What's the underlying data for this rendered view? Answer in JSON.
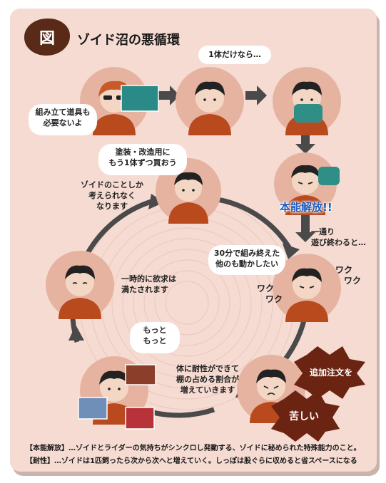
{
  "figure_badge": "図",
  "title": "ゾイド沼の悪循環",
  "bubbles": {
    "no_tools": [
      "組み立て道具も",
      "必要ないよ"
    ],
    "just_one": "1体だけなら…",
    "buy_one_more": [
      "塗装・改造用に",
      "もう1体ずつ買おう"
    ],
    "thirty_min": [
      "30分で組み終えた",
      "他のも動かしたい"
    ],
    "motto": [
      "もっと",
      "もっと"
    ]
  },
  "labels": {
    "instinct_release": "本能解放!!",
    "after_play": [
      "一通り",
      "遊び終わると…"
    ],
    "only_zoids": [
      "ゾイドのことしか",
      "考えられなく",
      "なります"
    ],
    "satisfied": [
      "一時的に欲求は",
      "満たされます"
    ],
    "tolerance": [
      "体に耐性ができて",
      "棚の占める割合が",
      "増えていきます"
    ],
    "waku_left": [
      "ワク",
      "ワク"
    ],
    "waku_right": [
      "ワク",
      "ワク"
    ],
    "additional_order": "追加注文を",
    "painful": "苦しい"
  },
  "footnotes": [
    "【本能解放】…ゾイドとライダーの気持ちがシンクロし発動する、ゾイドに秘められた特殊能力のこと。",
    "【耐性】…ゾイドは1匹飼ったら次から次へと増えていく。しっぽは股ぐらに収めると省スペースになる"
  ],
  "colors": {
    "background": "#f5dbd1",
    "circle": "#e7b3a1",
    "arrow": "#4a4a4a",
    "shirt": "#b84a1e",
    "badge": "#5a2a18",
    "accent_blue": "#1f5dbf"
  },
  "icons": [
    "person-avatar",
    "zoid-box",
    "zoid-model",
    "cycle-arrow",
    "burst-shape"
  ]
}
